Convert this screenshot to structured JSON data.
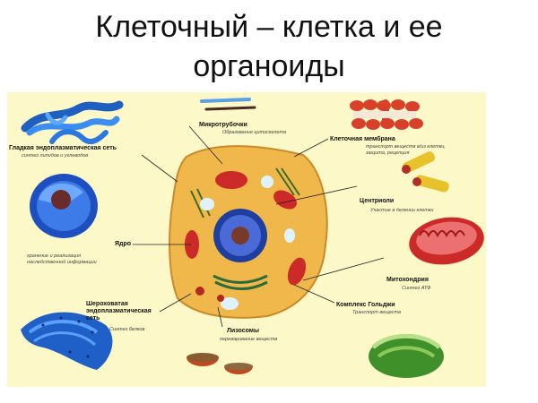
{
  "title": {
    "line1": "Клеточный – клетка и ее",
    "line2": "органоиды"
  },
  "organelles": {
    "smooth_er": {
      "label": "Гладкая эндоплазматическая сеть",
      "function": "синтез липидов и углеводов"
    },
    "nucleus": {
      "label": "Ядро",
      "function_line1": "хранение и реализация",
      "function_line2": "наследственной информации"
    },
    "rough_er": {
      "label_line1": "Шероховатая",
      "label_line2": "эндоплазматическая",
      "label_line3": "сеть",
      "function": "Синтез белков"
    },
    "microtubules": {
      "label": "Микротрубочки",
      "function": "Образование цитоскелета"
    },
    "membrane": {
      "label": "Клеточная мембрана",
      "function_line1": "транспорт веществ в/из клетки,",
      "function_line2": "защита, рецепция"
    },
    "centrioles": {
      "label": "Центриоли",
      "function": "Участие в делении клетки"
    },
    "mitochondria": {
      "label": "Митохондрия",
      "function": "Синтез АТФ"
    },
    "golgi": {
      "label": "Комплекс Гольджи",
      "function": "Транспорт веществ"
    },
    "lysosomes": {
      "label": "Лизосомы",
      "function": "переваривание веществ"
    }
  },
  "colors": {
    "panel_bg": "#fdf8c8",
    "cell_cytoplasm": "#f0b84a",
    "er_blue": "#2f7fe0",
    "mito_red": "#d8282a",
    "golgi_green": "#3f8f2a",
    "centriole_yellow": "#e8c22a"
  }
}
